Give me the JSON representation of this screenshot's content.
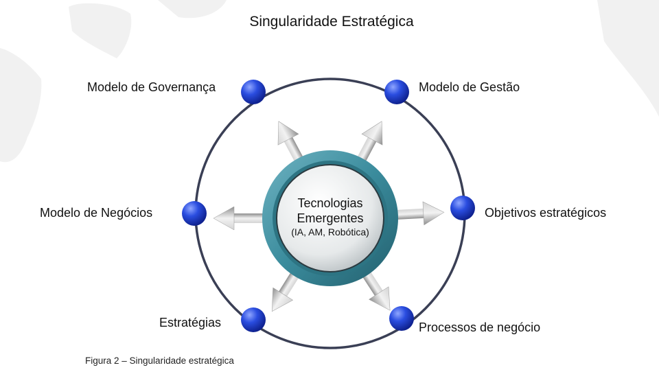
{
  "title": "Singularidade Estratégica",
  "center": {
    "line1": "Tecnologias",
    "line2": "Emergentes",
    "line3": "(IA, AM, Robótica)"
  },
  "nodes": {
    "governanca": "Modelo de Governança",
    "gestao": "Modelo de Gestão",
    "negocios": "Modelo de Negócios",
    "objetivos": "Objetivos estratégicos",
    "estrategias": "Estratégias",
    "processos": "Processos de negócio"
  },
  "caption": "Figura 2 – Singularidade estratégica",
  "colors": {
    "ring": "#3a3f55",
    "node": "#1f3fc4",
    "teal": "#3a8b9c",
    "arrow": "#a8a8a8"
  }
}
